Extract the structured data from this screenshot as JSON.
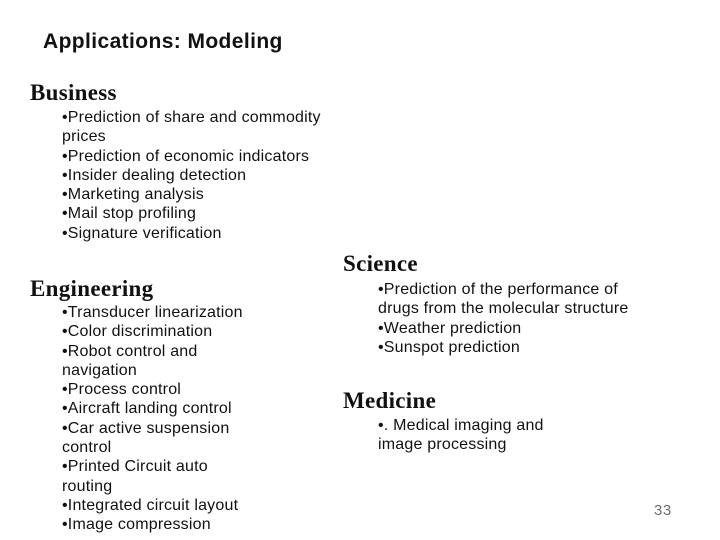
{
  "slide": {
    "title": "Applications: Modeling",
    "page_number": "33",
    "colors": {
      "background": "#ffffff",
      "text": "#111111",
      "page_number": "#6e6e6e"
    },
    "sections": [
      {
        "heading": "Business",
        "items": [
          "•Prediction of share and commodity\nprices",
          "•Prediction of economic indicators",
          "•Insider dealing detection",
          "•Marketing analysis",
          "•Mail stop profiling",
          "•Signature verification"
        ]
      },
      {
        "heading": "Engineering",
        "items": [
          "•Transducer linearization",
          "•Color discrimination",
          "•Robot control and\nnavigation",
          "•Process control",
          "•Aircraft landing control",
          "•Car active suspension\ncontrol",
          "•Printed Circuit auto\nrouting",
          "•Integrated circuit layout",
          "•Image compression"
        ]
      },
      {
        "heading": "Science",
        "items": [
          "•Prediction of the performance of\ndrugs from the molecular structure",
          "•Weather prediction",
          "•Sunspot prediction"
        ]
      },
      {
        "heading": "Medicine",
        "items": [
          "•. Medical imaging and\nimage processing"
        ]
      }
    ]
  }
}
